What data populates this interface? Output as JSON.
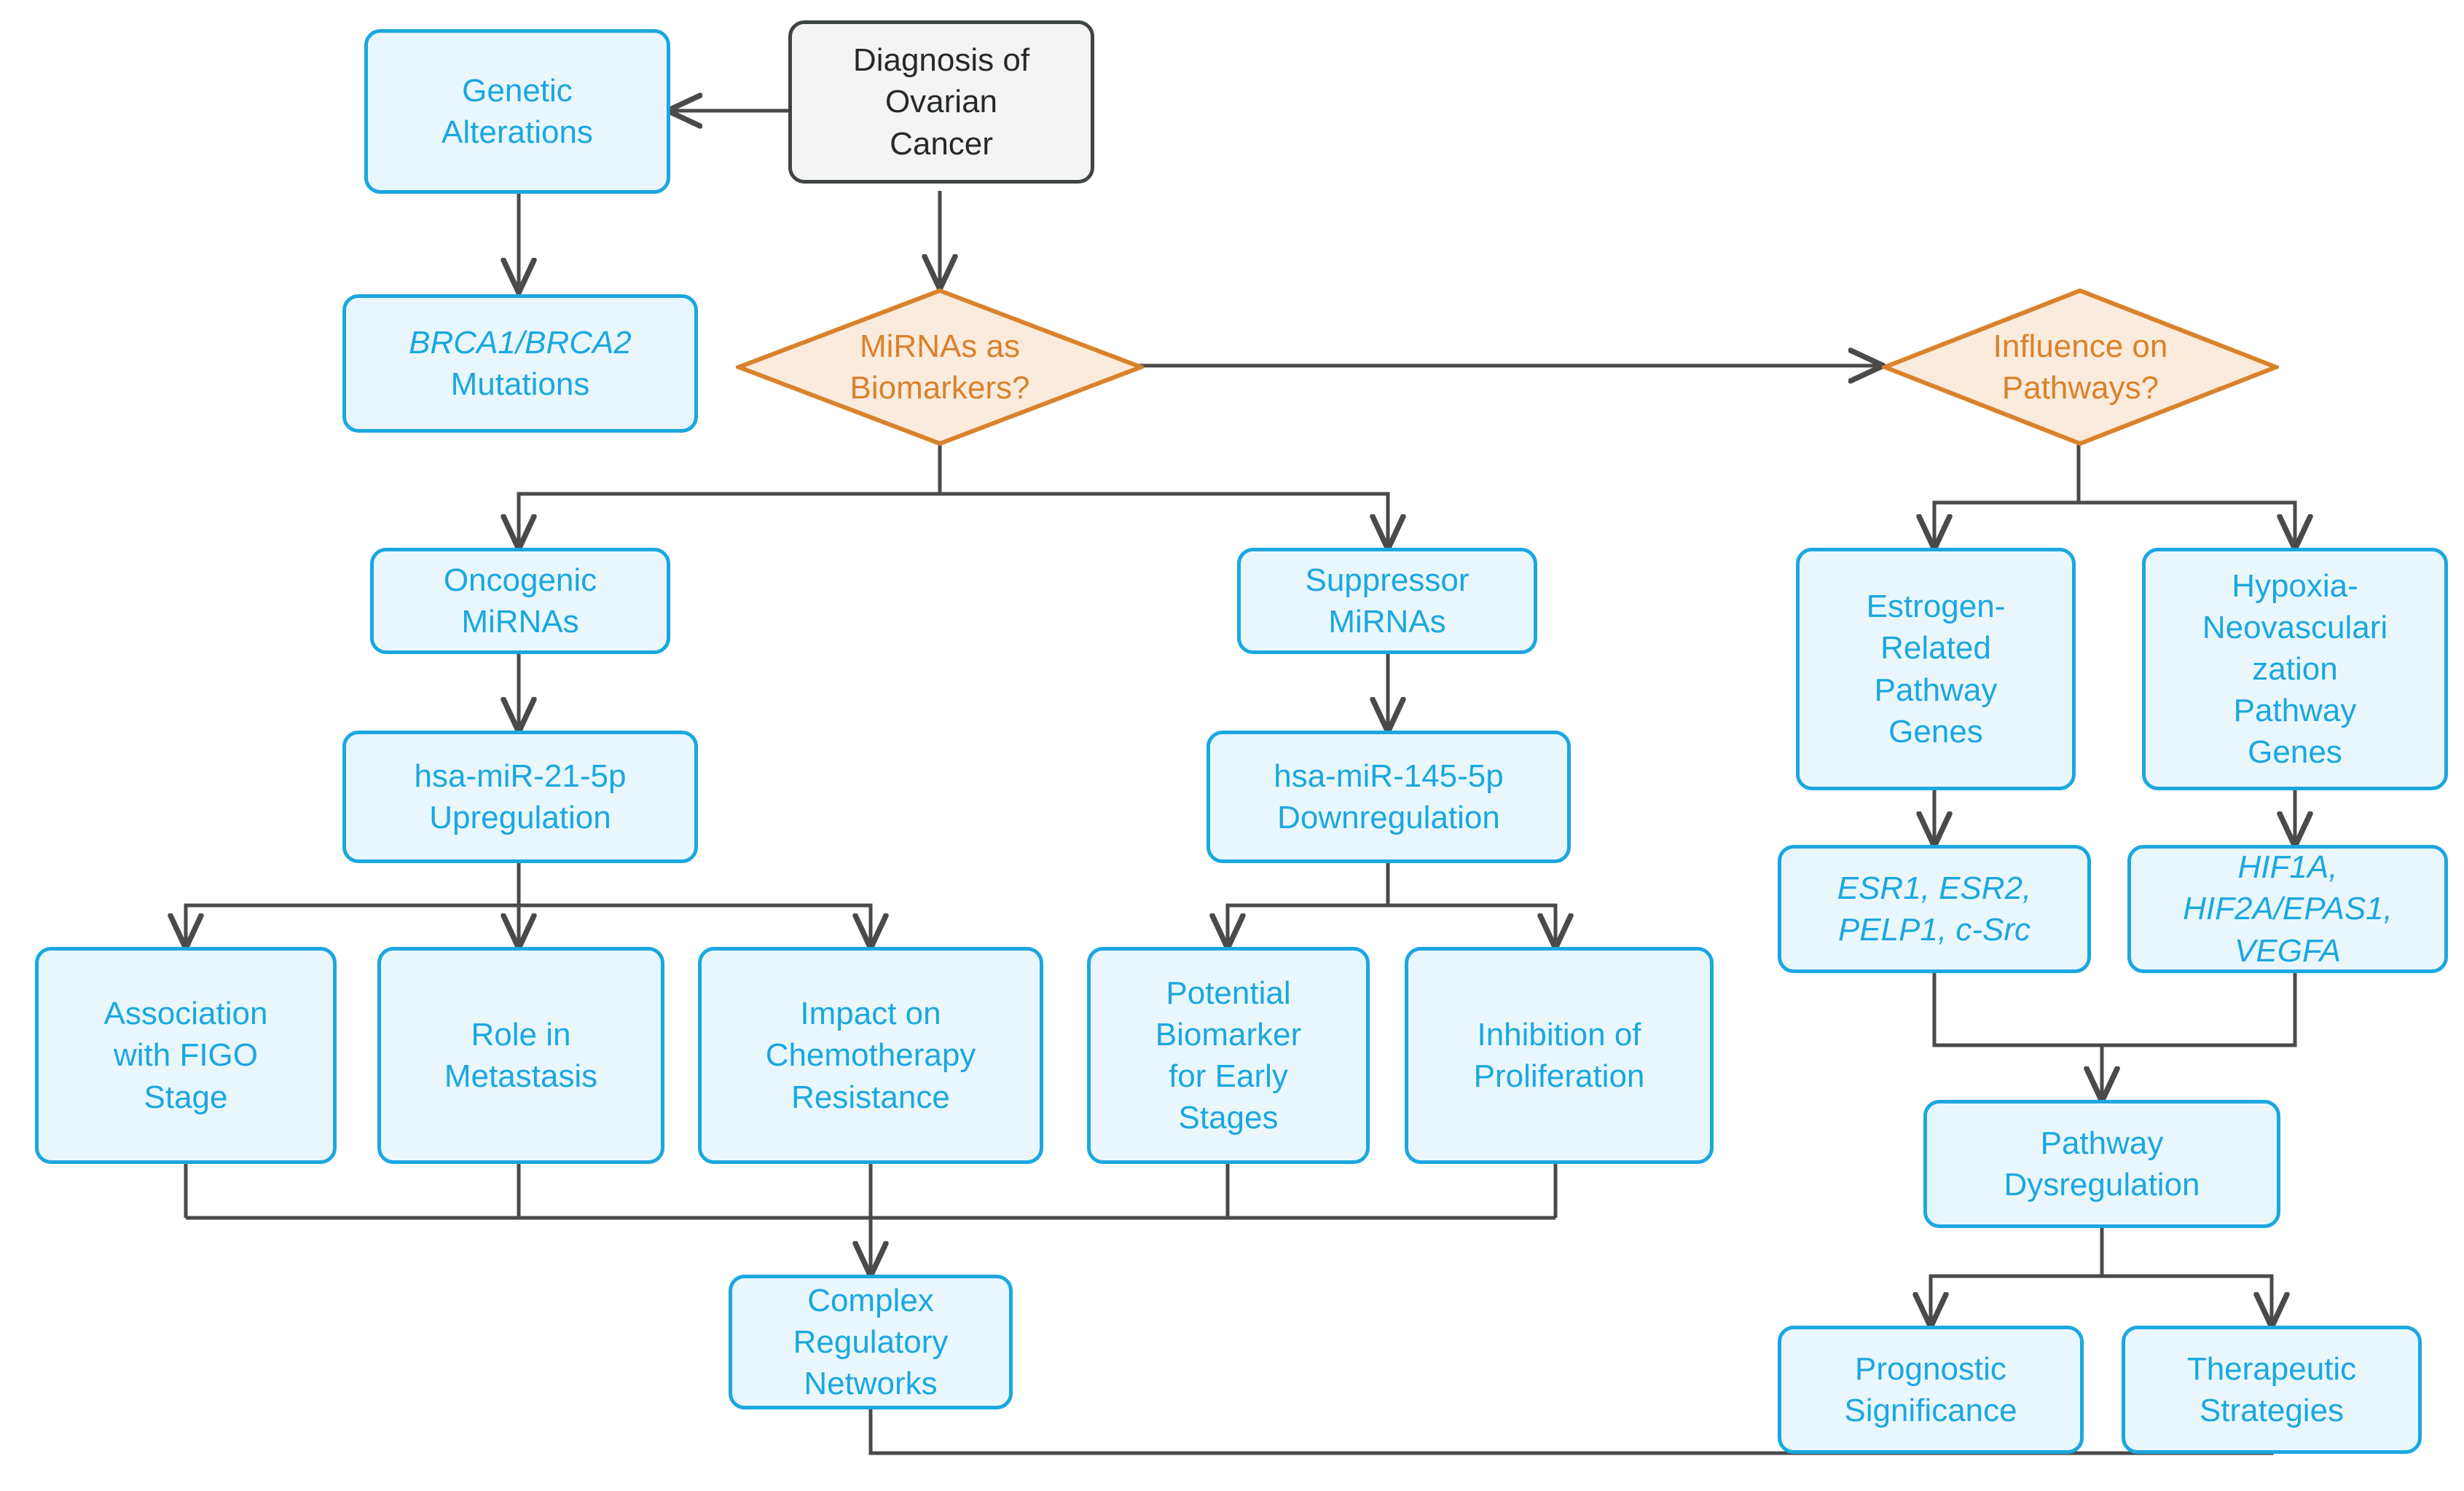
{
  "diagram": {
    "title": "Ovarian Cancer MiRNA and Pathway Flowchart",
    "type": "flowchart",
    "colors": {
      "process_border": "#1BA7E0",
      "process_fill": "#E9F7FD",
      "process_text": "#1BA7E0",
      "decision_border": "#D9822B",
      "decision_fill": "#FBEBDD",
      "decision_text": "#D9822B",
      "start_border": "#3F4445",
      "start_fill": "#F4F4F4",
      "start_text": "#26292B",
      "edge": "#4A4A4A",
      "background": "#FFFFFF"
    }
  },
  "nodes": {
    "diagnosis": {
      "label": "Diagnosis of\nOvarian\nCancer",
      "shape": "rounded-rect",
      "style": "start"
    },
    "genetic_alterations": {
      "label": "Genetic\nAlterations",
      "shape": "rounded-rect",
      "style": "process"
    },
    "brca_mutations": {
      "label_italic": "BRCA1/BRCA2",
      "label_plain": "Mutations",
      "shape": "rounded-rect",
      "style": "process"
    },
    "mirna_biomarkers": {
      "label": "MiRNAs as\nBiomarkers?",
      "shape": "diamond",
      "style": "decision"
    },
    "influence_pathways": {
      "label": "Influence on\nPathways?",
      "shape": "diamond",
      "style": "decision"
    },
    "oncogenic_mirnas": {
      "label": "Oncogenic\nMiRNAs",
      "shape": "rounded-rect",
      "style": "process"
    },
    "suppressor_mirnas": {
      "label": "Suppressor\nMiRNAs",
      "shape": "rounded-rect",
      "style": "process"
    },
    "mir21_up": {
      "label": "hsa-miR-21-5p\nUpregulation",
      "shape": "rounded-rect",
      "style": "process"
    },
    "mir145_down": {
      "label": "hsa-miR-145-5p\nDownregulation",
      "shape": "rounded-rect",
      "style": "process"
    },
    "figo_stage": {
      "label": "Association\nwith FIGO\nStage",
      "shape": "rounded-rect",
      "style": "process"
    },
    "metastasis": {
      "label": "Role in\nMetastasis",
      "shape": "rounded-rect",
      "style": "process"
    },
    "chemo_resistance": {
      "label": "Impact on\nChemotherapy\nResistance",
      "shape": "rounded-rect",
      "style": "process"
    },
    "early_biomarker": {
      "label": "Potential\nBiomarker\nfor Early\nStages",
      "shape": "rounded-rect",
      "style": "process"
    },
    "inhibition_proliferation": {
      "label": "Inhibition of\nProliferation",
      "shape": "rounded-rect",
      "style": "process"
    },
    "complex_networks": {
      "label": "Complex\nRegulatory\nNetworks",
      "shape": "rounded-rect",
      "style": "process"
    },
    "estrogen_genes": {
      "label": "Estrogen-\nRelated\nPathway\nGenes",
      "shape": "rounded-rect",
      "style": "process"
    },
    "hypoxia_genes": {
      "label": "Hypoxia-\nNeovasculari\nzation\nPathway\nGenes",
      "shape": "rounded-rect",
      "style": "process"
    },
    "esr_list": {
      "label": "ESR1, ESR2,\nPELP1, c-Src",
      "shape": "rounded-rect",
      "style": "process",
      "italic": true
    },
    "hif_list": {
      "label": "HIF1A,\nHIF2A/EPAS1,\nVEGFA",
      "shape": "rounded-rect",
      "style": "process",
      "italic": true
    },
    "pathway_dysregulation": {
      "label": "Pathway\nDysregulation",
      "shape": "rounded-rect",
      "style": "process"
    },
    "prognostic_significance": {
      "label": "Prognostic\nSignificance",
      "shape": "rounded-rect",
      "style": "process"
    },
    "therapeutic_strategies": {
      "label": "Therapeutic\nStrategies",
      "shape": "rounded-rect",
      "style": "process"
    }
  },
  "edges": [
    {
      "from": "diagnosis",
      "to": "genetic_alterations"
    },
    {
      "from": "diagnosis",
      "to": "mirna_biomarkers"
    },
    {
      "from": "genetic_alterations",
      "to": "brca_mutations"
    },
    {
      "from": "mirna_biomarkers",
      "to": "influence_pathways"
    },
    {
      "from": "mirna_biomarkers",
      "to": "oncogenic_mirnas"
    },
    {
      "from": "mirna_biomarkers",
      "to": "suppressor_mirnas"
    },
    {
      "from": "oncogenic_mirnas",
      "to": "mir21_up"
    },
    {
      "from": "suppressor_mirnas",
      "to": "mir145_down"
    },
    {
      "from": "mir21_up",
      "to": "figo_stage"
    },
    {
      "from": "mir21_up",
      "to": "metastasis"
    },
    {
      "from": "mir21_up",
      "to": "chemo_resistance"
    },
    {
      "from": "mir145_down",
      "to": "early_biomarker"
    },
    {
      "from": "mir145_down",
      "to": "inhibition_proliferation"
    },
    {
      "from": "figo_stage",
      "to": "complex_networks"
    },
    {
      "from": "metastasis",
      "to": "complex_networks"
    },
    {
      "from": "chemo_resistance",
      "to": "complex_networks"
    },
    {
      "from": "early_biomarker",
      "to": "complex_networks"
    },
    {
      "from": "inhibition_proliferation",
      "to": "complex_networks"
    },
    {
      "from": "influence_pathways",
      "to": "estrogen_genes"
    },
    {
      "from": "influence_pathways",
      "to": "hypoxia_genes"
    },
    {
      "from": "estrogen_genes",
      "to": "esr_list"
    },
    {
      "from": "hypoxia_genes",
      "to": "hif_list"
    },
    {
      "from": "esr_list",
      "to": "pathway_dysregulation"
    },
    {
      "from": "hif_list",
      "to": "pathway_dysregulation"
    },
    {
      "from": "pathway_dysregulation",
      "to": "prognostic_significance"
    },
    {
      "from": "pathway_dysregulation",
      "to": "therapeutic_strategies"
    },
    {
      "from": "complex_networks",
      "to": "prognostic_significance"
    },
    {
      "from": "complex_networks",
      "to": "therapeutic_strategies"
    }
  ]
}
